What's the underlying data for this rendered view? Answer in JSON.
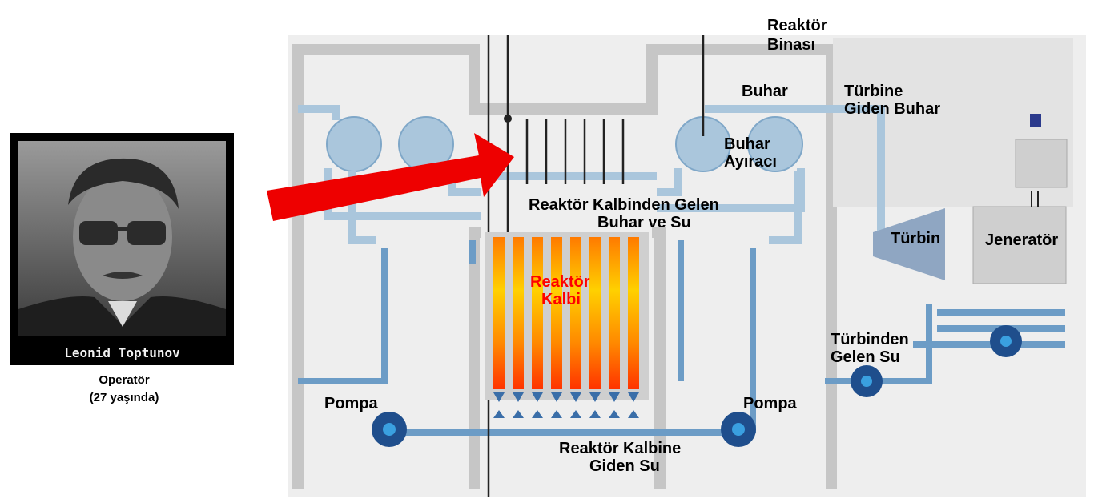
{
  "operator": {
    "name": "Leonid Toptunov",
    "title": "Operatör",
    "age": "(27 yaşında)"
  },
  "labels": {
    "reactor_building": [
      "Reaktör",
      "Binası"
    ],
    "steam": "Buhar",
    "steam_to_turbine": [
      "Türbine",
      "Giden Buhar"
    ],
    "steam_separator": [
      "Buhar",
      "Ayıracı"
    ],
    "steam_water_from_core": [
      "Reaktör Kalbinden Gelen",
      "Buhar ve Su"
    ],
    "reactor_core": [
      "Reaktör",
      "Kalbi"
    ],
    "turbine": "Türbin",
    "generator": "Jeneratör",
    "water_from_turbine": [
      "Türbinden",
      "Gelen Su"
    ],
    "pump_left": "Pompa",
    "pump_right": "Pompa",
    "water_to_core": [
      "Reaktör Kalbine",
      "Giden Su"
    ]
  },
  "colors": {
    "pipe": "#aac6dc",
    "pipe_dark": "#6c9cc6",
    "building": "#c6c6c6",
    "pump": "#1f4e8c",
    "arrow": "#ee0000",
    "core_hot": "#ff4400"
  }
}
